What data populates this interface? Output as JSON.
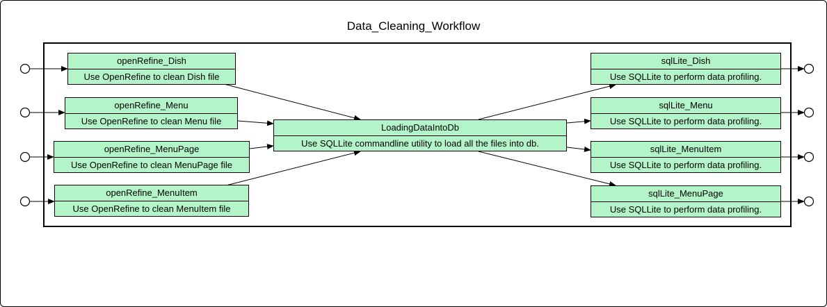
{
  "diagram": {
    "title": "Data_Cleaning_Workflow",
    "nodes": {
      "openRefine_Dish": {
        "name": "openRefine_Dish",
        "desc": "Use OpenRefine to clean Dish file"
      },
      "openRefine_Menu": {
        "name": "openRefine_Menu",
        "desc": "Use OpenRefine to clean Menu file"
      },
      "openRefine_MenuPage": {
        "name": "openRefine_MenuPage",
        "desc": "Use OpenRefine to clean MenuPage file"
      },
      "openRefine_MenuItem": {
        "name": "openRefine_MenuItem",
        "desc": "Use OpenRefine to clean MenuItem file"
      },
      "LoadingDataIntoDb": {
        "name": "LoadingDataIntoDb",
        "desc": "Use SQLLite commandline utility to load all the files into db."
      },
      "sqlLite_Dish": {
        "name": "sqlLite_Dish",
        "desc": "Use SQLLite to perform data profiling."
      },
      "sqlLite_Menu": {
        "name": "sqlLite_Menu",
        "desc": "Use SQLLite to perform data profiling."
      },
      "sqlLite_MenuItem": {
        "name": "sqlLite_MenuItem",
        "desc": "Use SQLLite to perform data profiling."
      },
      "sqlLite_MenuPage": {
        "name": "sqlLite_MenuPage",
        "desc": "Use SQLLite to perform data profiling."
      }
    },
    "colors": {
      "node_fill": "#b3f5c9",
      "stroke": "#000000"
    }
  }
}
